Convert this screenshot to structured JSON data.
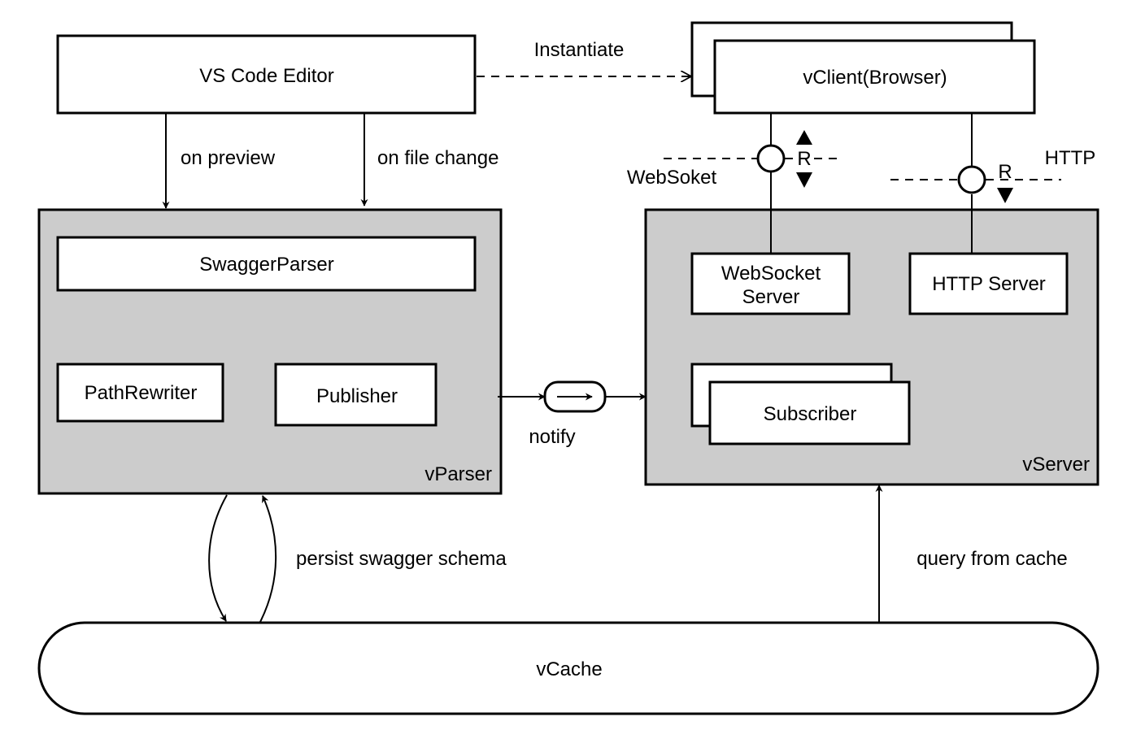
{
  "diagram": {
    "editor": {
      "label": "VS Code Editor"
    },
    "client": {
      "label": "vClient(Browser)"
    },
    "edges": {
      "instantiate": "Instantiate",
      "on_preview": "on preview",
      "on_file_change": "on file change",
      "notify": "notify",
      "persist": "persist swagger schema",
      "query": "query from cache"
    },
    "interfaces": {
      "websocket_label": "WebSoket",
      "http_label": "HTTP",
      "ws_role": "R",
      "http_role": "R"
    },
    "vparser": {
      "label": "vParser",
      "swagger_parser": "SwaggerParser",
      "path_rewriter": "PathRewriter",
      "publisher": "Publisher"
    },
    "vserver": {
      "label": "vServer",
      "websocket_server_line1": "WebSocket",
      "websocket_server_line2": "Server",
      "http_server": "HTTP Server",
      "subscriber": "Subscriber"
    },
    "vcache": {
      "label": "vCache"
    }
  }
}
